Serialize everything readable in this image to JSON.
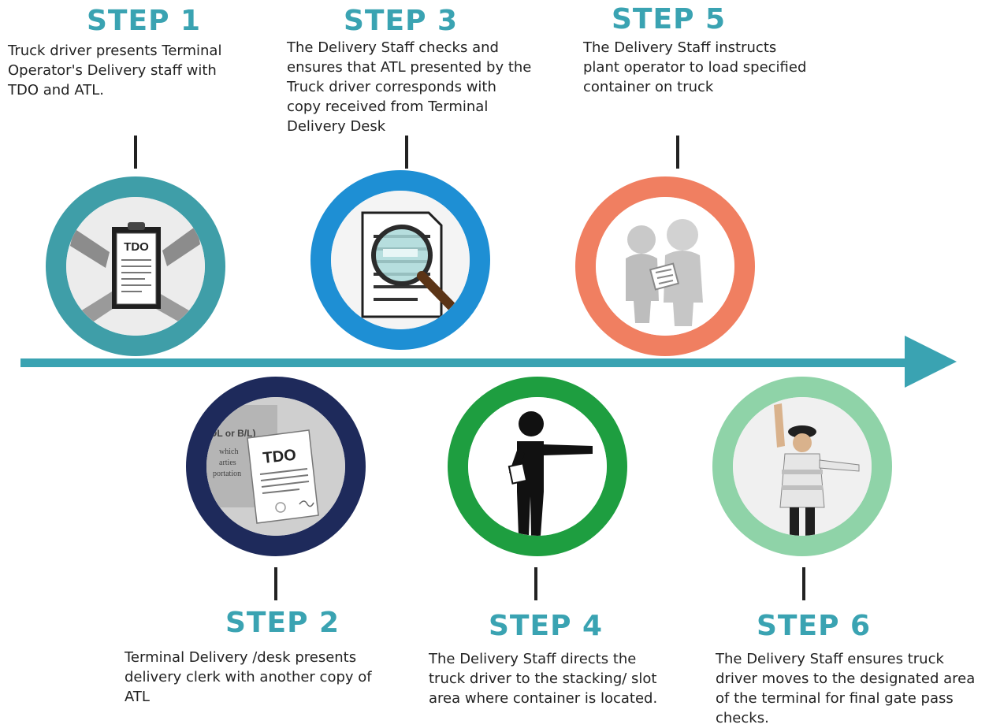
{
  "colors": {
    "timeline": "#3aa3b2",
    "title": "#3aa3b2",
    "step1_ring": "#3f9ea8",
    "step2_ring": "#1e2a5b",
    "step3_ring": "#1e8fd4",
    "step4_ring": "#1e9e40",
    "step5_ring": "#f07f61",
    "step6_ring": "#8fd3a8"
  },
  "steps": [
    {
      "title": "STEP 1",
      "lines": [
        "Truck driver presents Terminal",
        "Operator's Delivery staff with",
        "TDO and ATL."
      ],
      "icon": "hands-holding-tdo-clipboard-icon",
      "icon_text": "TDO"
    },
    {
      "title": "STEP 2",
      "lines": [
        "Terminal Delivery /desk presents",
        "delivery clerk with another copy of",
        "ATL"
      ],
      "icon": "tdo-document-icon",
      "icon_text": "TDO",
      "icon_snippets": [
        "OL or B/L)",
        "which",
        "arties",
        "portation"
      ]
    },
    {
      "title": "STEP 3",
      "lines": [
        "The Delivery Staff checks and",
        "ensures that ATL presented by the",
        "Truck driver corresponds with",
        "copy received from Terminal",
        "Delivery Desk"
      ],
      "icon": "magnifier-document-icon"
    },
    {
      "title": "STEP 4",
      "lines": [
        "The Delivery Staff directs the",
        "truck driver to the stacking/ slot",
        "area where container is located."
      ],
      "icon": "person-pointing-icon"
    },
    {
      "title": "STEP 5",
      "lines": [
        "The Delivery Staff instructs",
        "plant operator to load specified",
        "container on truck"
      ],
      "icon": "two-people-clipboard-icon"
    },
    {
      "title": "STEP 6",
      "lines": [
        "The Delivery Staff ensures truck",
        "driver moves to the designated area",
        "of the terminal for final gate pass",
        "checks."
      ],
      "icon": "traffic-officer-icon"
    }
  ]
}
